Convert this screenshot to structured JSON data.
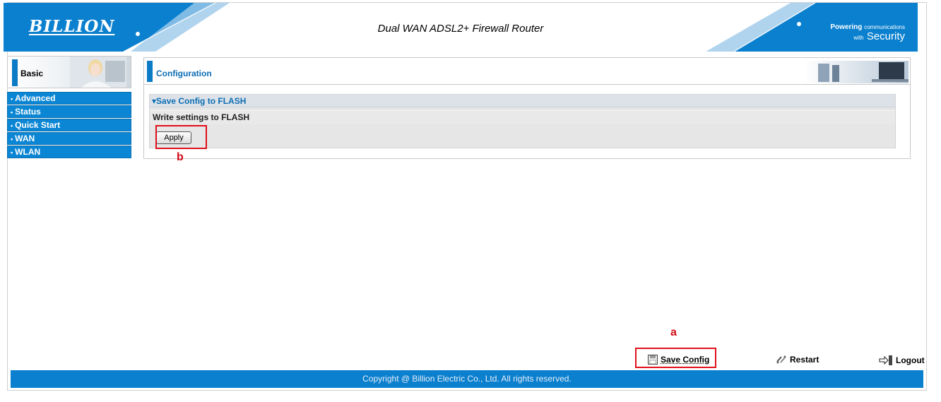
{
  "header": {
    "logo": "BILLION",
    "title": "Dual WAN ADSL2+ Firewall Router",
    "tagline_bold": "Powering",
    "tagline_small": "communications",
    "tagline_with": "with",
    "tagline_big": "Security"
  },
  "sidebar": {
    "basic_label": "Basic",
    "items": [
      {
        "label": "Advanced"
      },
      {
        "label": "Status"
      },
      {
        "label": "Quick Start"
      },
      {
        "label": "WAN"
      },
      {
        "label": "WLAN"
      }
    ]
  },
  "main": {
    "panel_title": "Configuration",
    "section_title": "Save Config to FLASH",
    "row_label": "Write settings to FLASH",
    "apply_label": "Apply"
  },
  "annotations": {
    "a": "a",
    "b": "b"
  },
  "actions": {
    "save_config": "Save Config",
    "restart": "Restart",
    "logout": "Logout"
  },
  "footer": {
    "copyright": "Copyright @ Billion Electric Co., Ltd. All rights reserved."
  },
  "colors": {
    "brand_blue": "#0b80cf",
    "annotation_red": "#e0101a"
  }
}
